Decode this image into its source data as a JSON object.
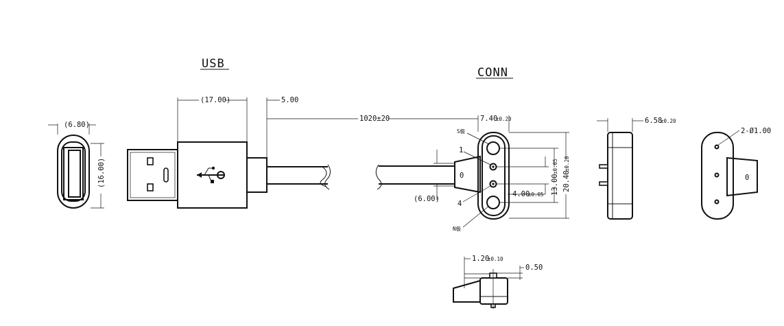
{
  "titles": {
    "usb": "USB",
    "conn": "CONN"
  },
  "dims": {
    "usb_width": "(6.80)",
    "usb_height": "(16.00)",
    "usb_length": "(17.00)",
    "strain_relief": "5.00",
    "cable_length": "1020±20",
    "conn_width": "7.40",
    "conn_width_tol": "±0.20",
    "conn_pitch_outer": "13.00",
    "conn_pitch_outer_tol": "±0.05",
    "conn_pitch_inner": "4.00",
    "conn_pitch_inner_tol": "±0.05",
    "conn_height": "20.40",
    "conn_height_tol": "±0.20",
    "conn_tail": "(6.00)",
    "conn_depth": "6.58",
    "conn_depth_tol": "±0.20",
    "pin_diameter": "2-Ø1.00",
    "pin_protrusion": "1.20",
    "pin_protrusion_tol": "±0.10",
    "pin_height": "0.50"
  },
  "labels": {
    "s_pole": "S极",
    "n_pole": "N极",
    "pin1": "1",
    "pin4": "4",
    "conn_mark": "0"
  },
  "icons": [
    "usb-trident-icon"
  ]
}
